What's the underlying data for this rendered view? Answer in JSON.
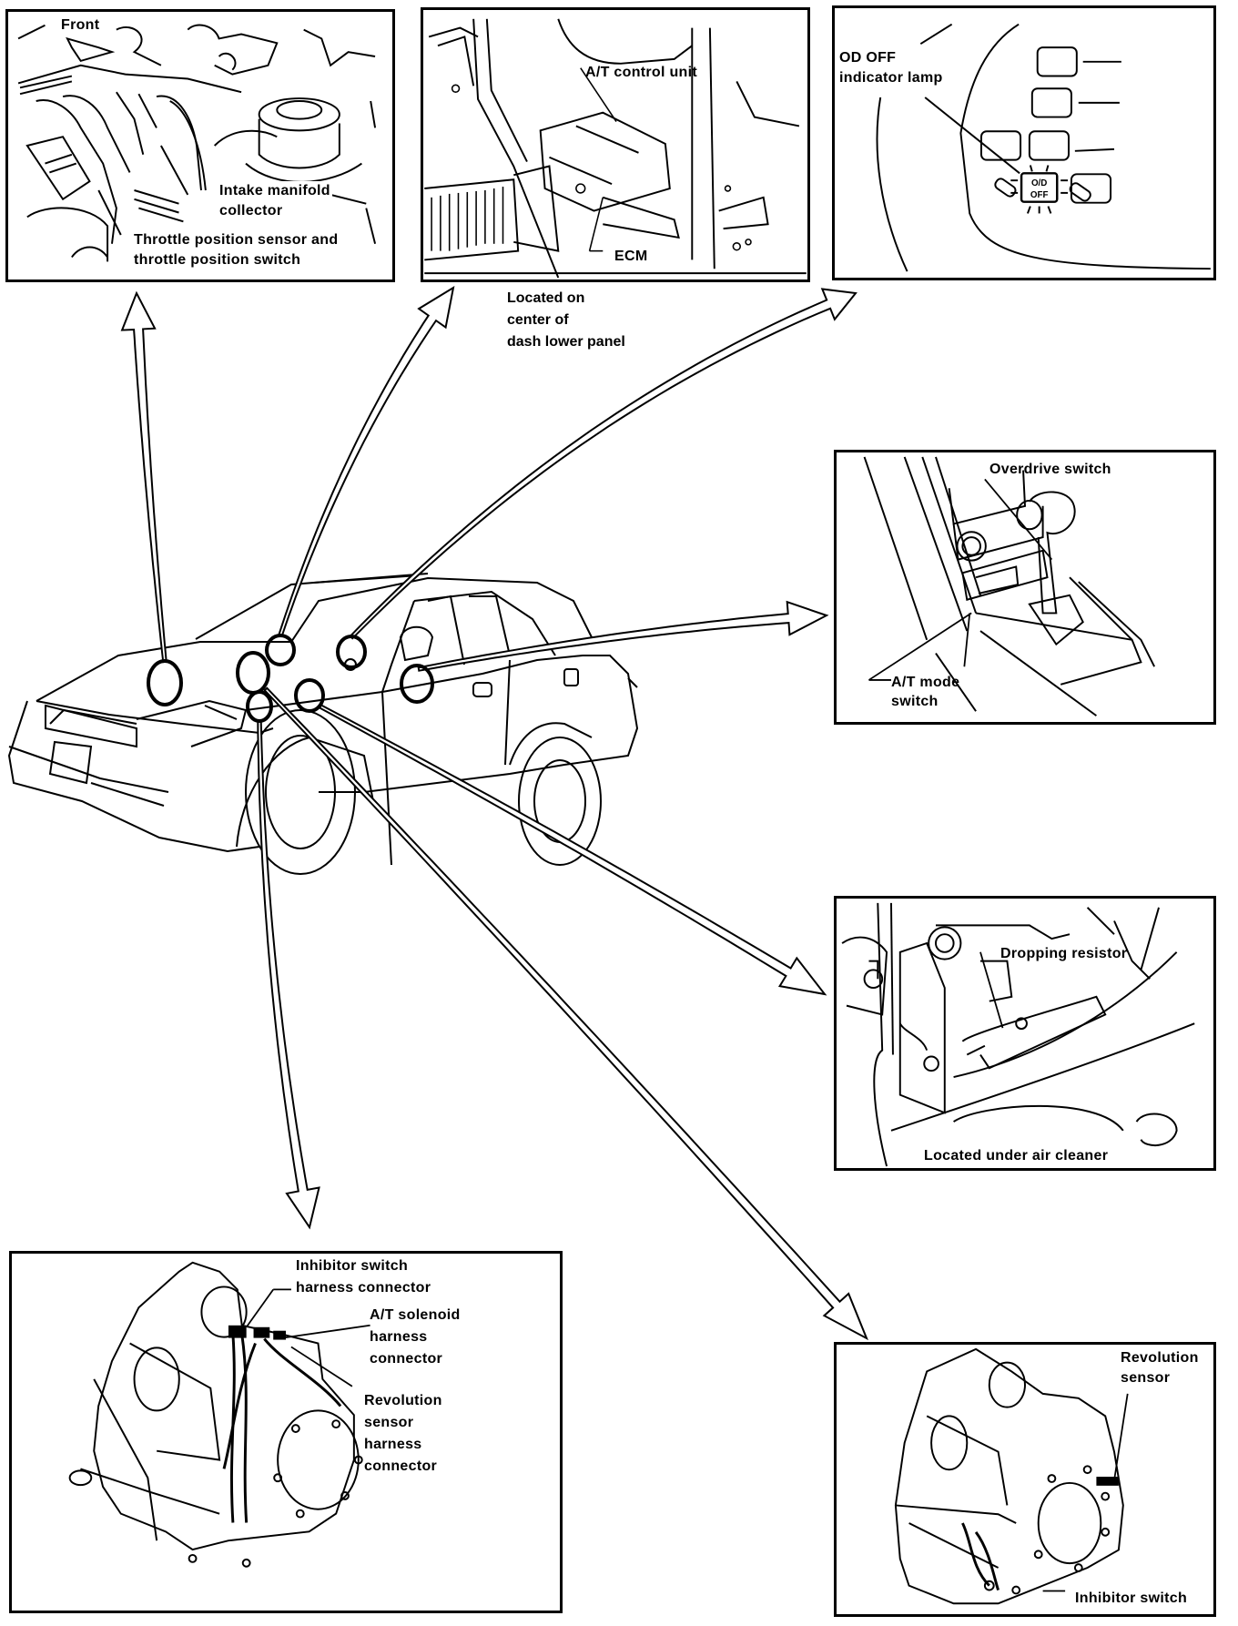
{
  "figure": {
    "type": "component-location-diagram",
    "subject": "Sedan with A/T (automatic transmission) control component locations",
    "line_color": "#000000",
    "background_color": "#ffffff"
  },
  "panels": {
    "engine_bay": {
      "labels": {
        "front": "Front",
        "intake": "Intake manifold\ncollector",
        "throttle": "Throttle position sensor and\nthrottle position switch"
      }
    },
    "dash_lower": {
      "labels": {
        "at_control_unit": "A/T control unit",
        "ecm": "ECM"
      },
      "caption": "Located on\ncenter of\ndash lower panel"
    },
    "instrument_cluster": {
      "labels": {
        "od_off_lamp": "OD OFF\nindicator lamp",
        "lamp_text": "O/D\nOFF"
      }
    },
    "console": {
      "labels": {
        "overdrive_switch": "Overdrive switch",
        "at_mode_switch": "A/T mode\nswitch"
      }
    },
    "air_cleaner": {
      "labels": {
        "dropping_resistor": "Dropping resistor",
        "caption": "Located under air cleaner"
      }
    },
    "transmission_top": {
      "labels": {
        "inhibitor_harness": "Inhibitor switch\nharness connector",
        "solenoid_harness": "A/T solenoid\nharness\nconnector",
        "revolution_harness": "Revolution\nsensor\nharness\nconnector"
      }
    },
    "transmission_side": {
      "labels": {
        "revolution_sensor": "Revolution\nsensor",
        "inhibitor_switch": "Inhibitor switch"
      }
    }
  },
  "callouts": [
    {
      "from": "hood-left-circle",
      "to": "engine_bay"
    },
    {
      "from": "cowl-circle",
      "to": "dash_lower"
    },
    {
      "from": "windshield-circle",
      "to": "instrument_cluster"
    },
    {
      "from": "door-circle",
      "to": "console"
    },
    {
      "from": "fender-circle",
      "to": "air_cleaner"
    },
    {
      "from": "strut-circle",
      "to": "transmission_side"
    },
    {
      "from": "lower-fender-circle",
      "to": "transmission_top"
    }
  ]
}
